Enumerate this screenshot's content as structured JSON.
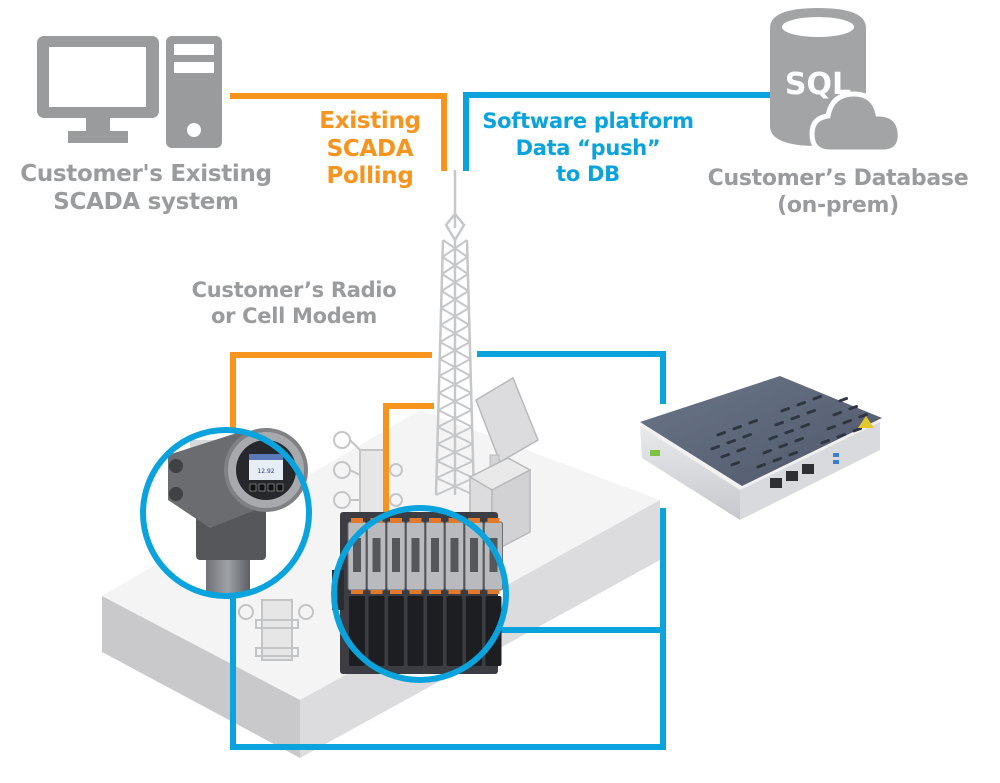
{
  "colors": {
    "scada_link": "#f7941d",
    "platform_link": "#0aa3dd",
    "label_gray": "#9a9b9d",
    "icon_gray": "#9a9b9d"
  },
  "nodes": {
    "scada_system": {
      "icon": "desktop-computer-icon",
      "label_lines": [
        "Customer's Existing",
        "SCADA system"
      ]
    },
    "database": {
      "icon": "sql-database-cloud-icon",
      "icon_text": "SQL",
      "label_lines": [
        "Customer’s Database",
        "(on-prem)"
      ]
    },
    "radio_modem": {
      "icon": "radio-tower-icon",
      "label_lines": [
        "Customer’s Radio",
        "or Cell Modem"
      ]
    },
    "flow_computer": {
      "icon": "flow-computer-device-icon",
      "display_reading": "12.92"
    },
    "rtu_controller": {
      "icon": "modular-rtu-controller-icon",
      "io_module_count": 8
    },
    "edge_gateway": {
      "icon": "edge-gateway-box-icon"
    }
  },
  "links": {
    "scada_polling": {
      "label_lines": [
        "Existing",
        "SCADA",
        "Polling"
      ]
    },
    "data_push": {
      "label_lines": [
        "Software platform",
        "Data “push”",
        "to DB"
      ]
    }
  }
}
